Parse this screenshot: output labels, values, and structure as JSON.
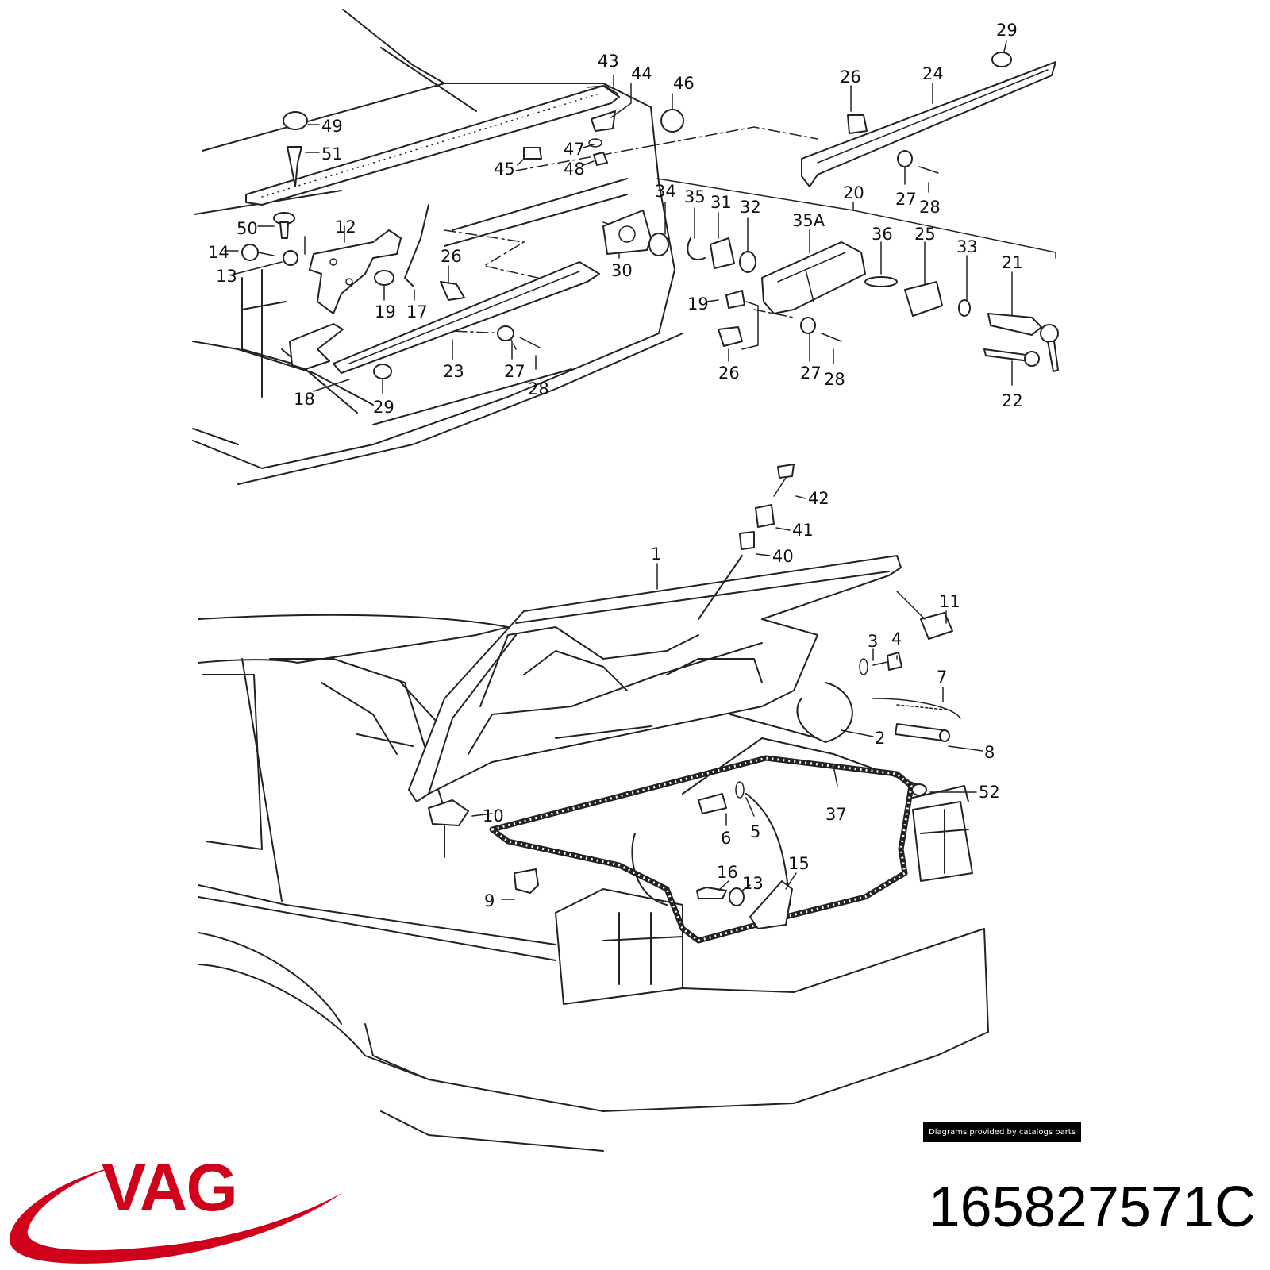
{
  "diagram": {
    "callouts": [
      "49",
      "51",
      "43",
      "44",
      "46",
      "45",
      "47",
      "48",
      "50",
      "12",
      "14",
      "13",
      "19",
      "17",
      "26",
      "30",
      "34",
      "35",
      "31",
      "32",
      "35A",
      "20",
      "26",
      "24",
      "29",
      "27",
      "28",
      "36",
      "25",
      "33",
      "21",
      "19",
      "26",
      "27",
      "28",
      "22",
      "18",
      "23",
      "27",
      "28",
      "29",
      "42",
      "41",
      "40",
      "1",
      "11",
      "3",
      "4",
      "7",
      "2",
      "8",
      "10",
      "52",
      "6",
      "5",
      "37",
      "9",
      "16",
      "13",
      "15"
    ]
  },
  "footer": {
    "credit": "Diagrams provided by catalogs parts",
    "brand": "VAG",
    "part_number": "165827571C"
  },
  "colors": {
    "brand_red": "#d0021b",
    "line": "#222222",
    "background": "#ffffff"
  }
}
